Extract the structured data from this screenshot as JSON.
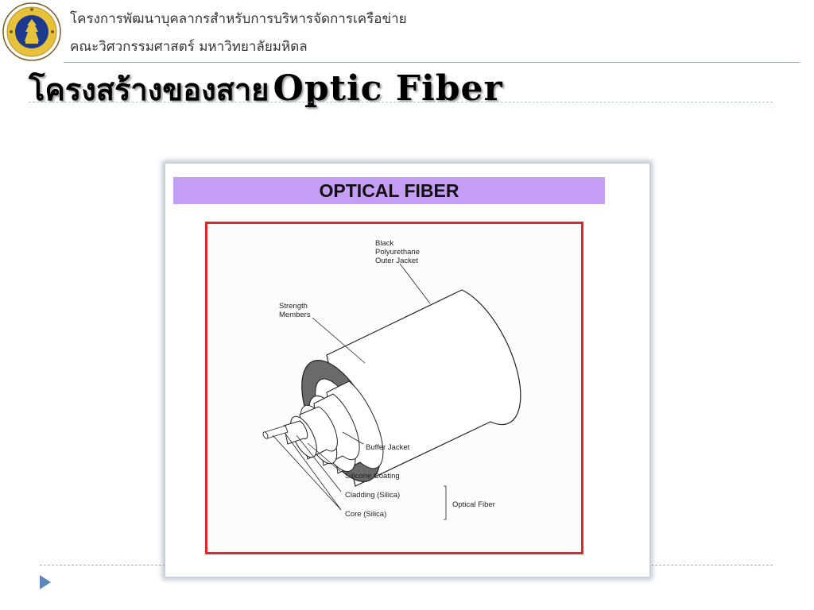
{
  "header": {
    "org_line_1": "โครงการพัฒนาบุคลากรสำหรับการบริหารจัดการเครือข่าย",
    "org_line_2": "คณะวิศวกรรมศาสตร์ มหาวิทยาลัยมหิดล",
    "logo_icon": "university-seal-icon",
    "logo_colors": {
      "ring": "#ffffff",
      "band": "#e6c23a",
      "inner": "#1d3a8f"
    }
  },
  "slide": {
    "title_thai": "โครงสร้างของสาย",
    "title_english": "Optic Fiber"
  },
  "figure": {
    "banner_text": "OPTICAL FIBER",
    "banner_color": "#c49df5",
    "border_color": "#e0262a",
    "labels": {
      "outer_jacket": [
        "Black",
        "Polyurethane",
        "Outer Jacket"
      ],
      "strength": [
        "Strength",
        "Members"
      ],
      "buffer": "Buffer Jacket",
      "coating": "Silicone Coating",
      "cladding": "Cladding (Silica)",
      "core": "Core (Silica)",
      "group": "Optical Fiber"
    }
  },
  "footer": {
    "nav_icon": "next-triangle-icon",
    "accent_color": "#5b87b8"
  }
}
